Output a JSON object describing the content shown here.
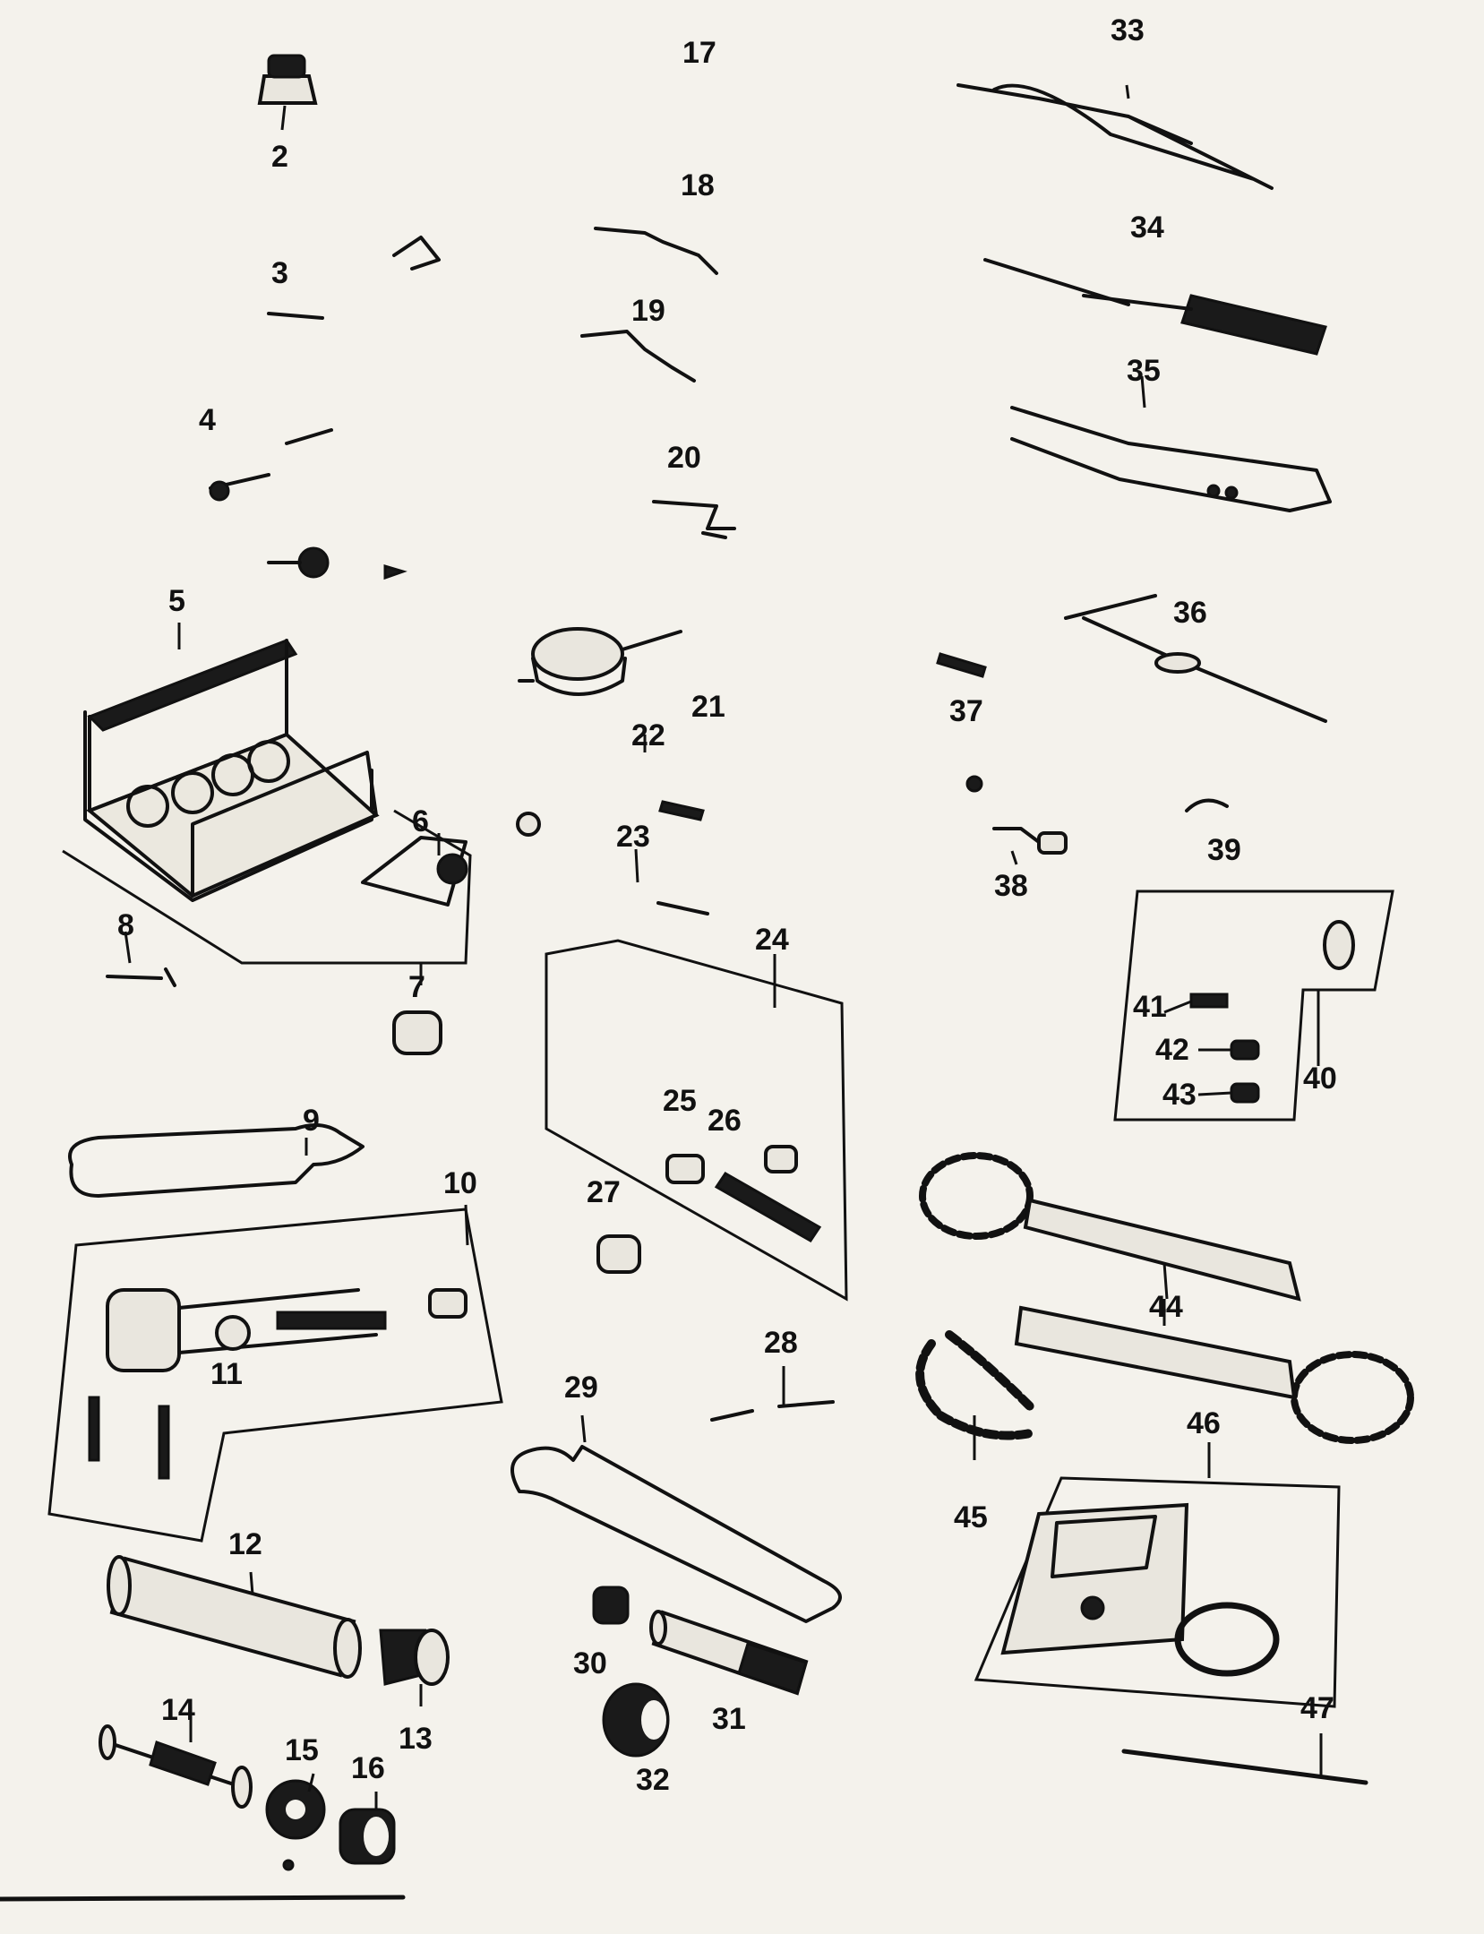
{
  "callouts": [
    {
      "id": "n2",
      "label": "2"
    },
    {
      "id": "n3",
      "label": "3"
    },
    {
      "id": "n4",
      "label": "4"
    },
    {
      "id": "n5",
      "label": "5"
    },
    {
      "id": "n6",
      "label": "6"
    },
    {
      "id": "n7",
      "label": "7"
    },
    {
      "id": "n8",
      "label": "8"
    },
    {
      "id": "n9",
      "label": "9"
    },
    {
      "id": "n10",
      "label": "10"
    },
    {
      "id": "n11",
      "label": "11"
    },
    {
      "id": "n12",
      "label": "12"
    },
    {
      "id": "n13",
      "label": "13"
    },
    {
      "id": "n14",
      "label": "14"
    },
    {
      "id": "n15",
      "label": "15"
    },
    {
      "id": "n16",
      "label": "16"
    },
    {
      "id": "n17",
      "label": "17"
    },
    {
      "id": "n18",
      "label": "18"
    },
    {
      "id": "n19",
      "label": "19"
    },
    {
      "id": "n20",
      "label": "20"
    },
    {
      "id": "n21",
      "label": "21"
    },
    {
      "id": "n22",
      "label": "22"
    },
    {
      "id": "n23",
      "label": "23"
    },
    {
      "id": "n24",
      "label": "24"
    },
    {
      "id": "n25",
      "label": "25"
    },
    {
      "id": "n26",
      "label": "26"
    },
    {
      "id": "n27",
      "label": "27"
    },
    {
      "id": "n28",
      "label": "28"
    },
    {
      "id": "n29",
      "label": "29"
    },
    {
      "id": "n30",
      "label": "30"
    },
    {
      "id": "n31",
      "label": "31"
    },
    {
      "id": "n32",
      "label": "32"
    },
    {
      "id": "n33",
      "label": "33"
    },
    {
      "id": "n34",
      "label": "34"
    },
    {
      "id": "n35",
      "label": "35"
    },
    {
      "id": "n36",
      "label": "36"
    },
    {
      "id": "n37",
      "label": "37"
    },
    {
      "id": "n38",
      "label": "38"
    },
    {
      "id": "n39",
      "label": "39"
    },
    {
      "id": "n40",
      "label": "40"
    },
    {
      "id": "n41",
      "label": "41"
    },
    {
      "id": "n42",
      "label": "42"
    },
    {
      "id": "n43",
      "label": "43"
    },
    {
      "id": "n44",
      "label": "44"
    },
    {
      "id": "n45",
      "label": "45"
    },
    {
      "id": "n46",
      "label": "46"
    },
    {
      "id": "n47",
      "label": "47"
    }
  ],
  "colors": {
    "ink": "#111111",
    "paper": "#f4f2ec"
  }
}
